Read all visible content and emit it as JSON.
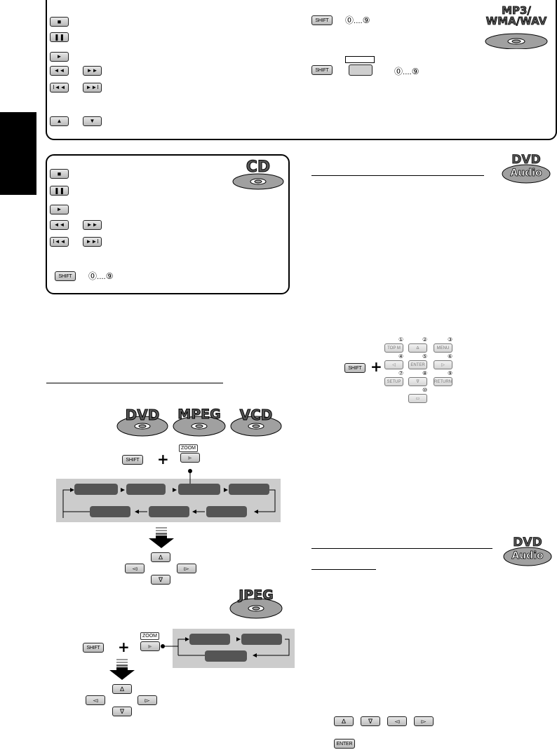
{
  "buttons": {
    "stop": "■",
    "pause": "❚❚",
    "play": "►",
    "rew": "◄◄",
    "ff": "►►",
    "prev": "I◄◄",
    "next": "►►I",
    "up": "▲",
    "down": "▼",
    "shift": "SHIFT",
    "zoom": "ZOOM",
    "enter": "ENTER",
    "up_outline": "∆",
    "down_outline": "∇",
    "left_outline": "◅",
    "right_outline": "▻",
    "play_grey": "►"
  },
  "digits": {
    "zero": "⓪",
    "dots": "....",
    "nine": "⑨"
  },
  "discs": {
    "mp3": "MP3/\nWMA/WAV",
    "cd": "CD",
    "dvd_audio": "DVD",
    "audio": "Audio",
    "dvd": "DVD",
    "mpeg": "MPEG",
    "vcd": "VCD",
    "jpeg": "JPEG"
  },
  "keypad": [
    {
      "num": "①",
      "label": "TOP M"
    },
    {
      "num": "②",
      "label": "∆"
    },
    {
      "num": "③",
      "label": "MENU"
    },
    {
      "num": "④",
      "label": "◁"
    },
    {
      "num": "⑤",
      "label": "ENTER"
    },
    {
      "num": "⑥",
      "label": "▷"
    },
    {
      "num": "⑦",
      "label": "SETUP"
    },
    {
      "num": "⑧",
      "label": "∇"
    },
    {
      "num": "⑨",
      "label": "RETURN"
    },
    {
      "num": "⑩",
      "label": "▭"
    }
  ],
  "plus": "+",
  "colors": {
    "tab": "#000000",
    "panel": "#cccccc",
    "pill": "#555555",
    "disc": "#a0a0a0"
  }
}
